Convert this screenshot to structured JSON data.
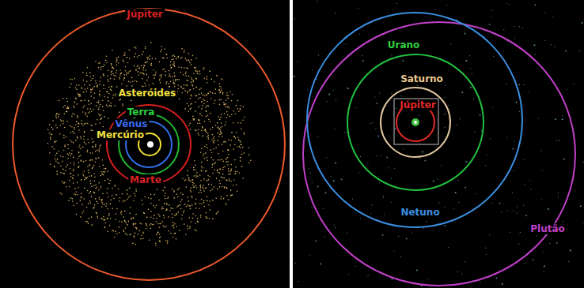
{
  "diagram": {
    "labels": [
      "Júpiter",
      "Asteróides",
      "Terra",
      "Vênus",
      "Mercúrio",
      "Marte",
      "Urano",
      "Saturno",
      "Júpiter",
      "Netuno",
      "Plutão"
    ]
  }
}
